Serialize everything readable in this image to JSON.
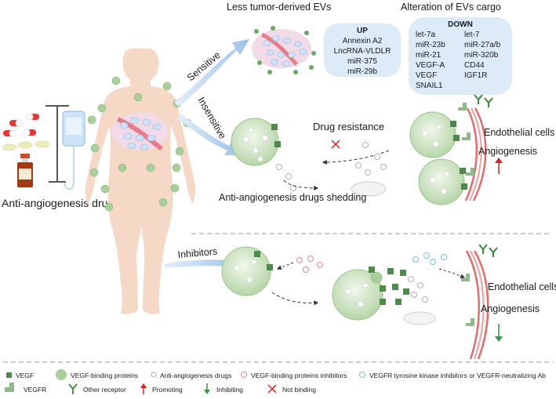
{
  "top": {
    "less_evs": "Less tumor-derived EVs",
    "alteration": "Alteration of EVs cargo",
    "up_title": "UP",
    "up_items": [
      "Annexin A2",
      "LncRNA-VLDLR",
      "miR-375",
      "miR-29b"
    ],
    "down_title": "DOWN",
    "down_left": [
      "let-7a",
      "miR-23b",
      "miR-21",
      "VEGF-A",
      "VEGF",
      "SNAIL1"
    ],
    "down_right": [
      "let-7",
      "miR-27a/b",
      "miR-320b",
      "CD44",
      "IGF1R"
    ]
  },
  "arrows": {
    "sensitive": "Sensitive",
    "insensitive": "Insensitive",
    "inhibitors": "Inhibitors"
  },
  "middle": {
    "drug_resistance": "Drug resistance",
    "shedding": "Anti-angiogenesis drugs shedding",
    "endothelial_1": "Endothelial cells",
    "angiogenesis_1": "Angiogenesis"
  },
  "left": {
    "drugs_label": "Anti-angiogenesis drugs"
  },
  "bottom": {
    "endothelial_2": "Endothelial cells",
    "angiogenesis_2": "Angiogenesis"
  },
  "legend": {
    "vegf": "VEGF",
    "vegf_binding": "VEGF-binding proteins",
    "anti_drugs": "Anti-angiogenesis drugs",
    "vbp_inhibitors": "VEGF-binding proteins inhibitors",
    "tki": "VEGFR tyrosine kinase inhibitors or VEGFR-neutralizing Ab",
    "vegfr": "VEGFR",
    "other_receptor": "Other receptor",
    "promoting": "Promoting",
    "inhibiting": "Inhibiting",
    "not_binding": "Not binding"
  },
  "colors": {
    "vegf": "#4e8a4a",
    "ev_green": "#a9cf9b",
    "arrow_blue": "#a9cbec",
    "up_down_box": "#ddeaf7",
    "promote_red": "#e02020",
    "inhibit_green": "#2e9e3a",
    "vessel_red": "#e46c6c"
  }
}
